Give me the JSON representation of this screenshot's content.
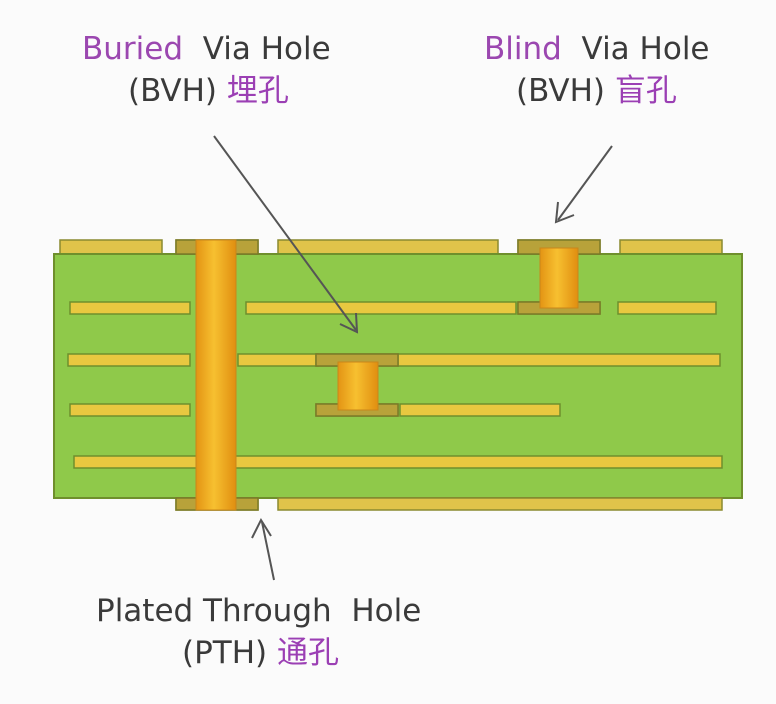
{
  "labels": {
    "buried": {
      "highlight": "Buried",
      "rest": "Via Hole",
      "abbr": "(BVH)",
      "chinese": "埋孔"
    },
    "blind": {
      "highlight": "Blind",
      "rest": "Via Hole",
      "abbr": "(BVH)",
      "chinese": "盲孔"
    },
    "pth": {
      "line1": "Plated Through  Hole",
      "abbr": "(PTH)",
      "chinese": "通孔"
    }
  },
  "colors": {
    "board": "#8fc94a",
    "trace": "#e8c840",
    "plating": "#f0a820",
    "outline": "#6f8f2c",
    "text": "#3a3a3a",
    "accent": "#9b47b0",
    "arrow": "#555555"
  }
}
